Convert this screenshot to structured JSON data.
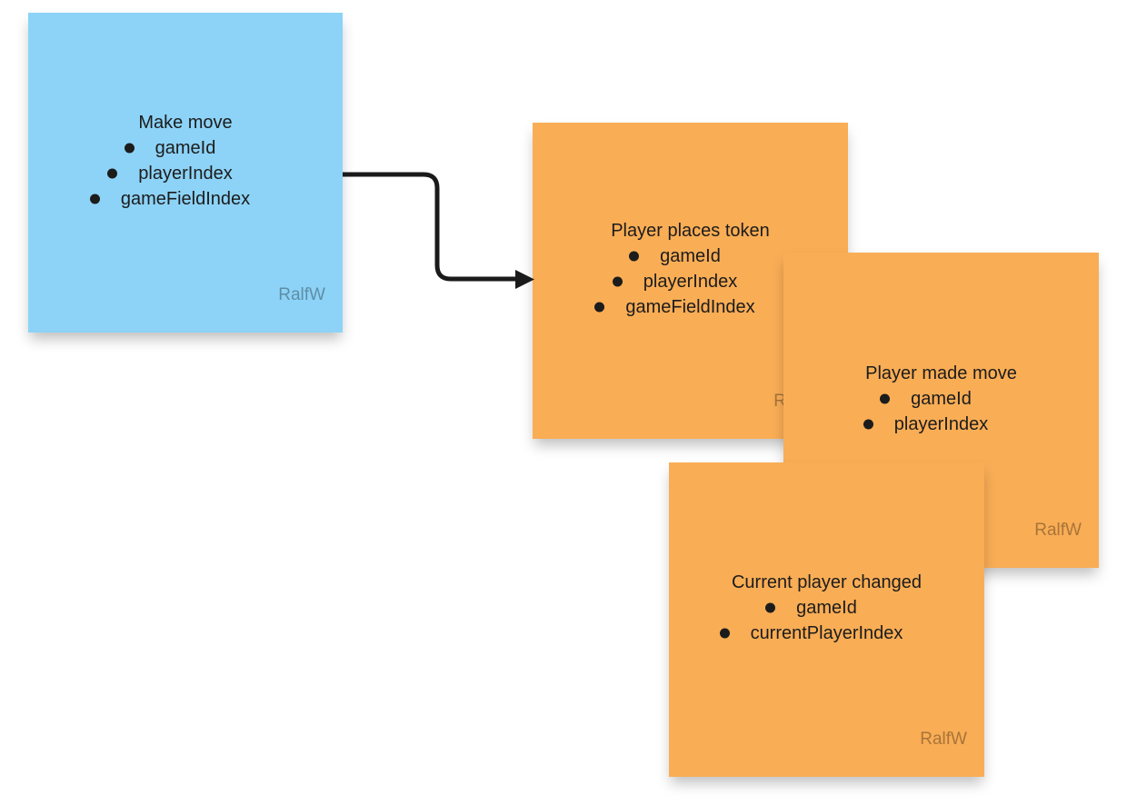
{
  "board": {
    "background": "#ffffff"
  },
  "palette": {
    "command_note": "#8DD3F7",
    "event_note": "#F9AD55",
    "connector": "#1A1A1A",
    "text": "#1C1C1C"
  },
  "notes": [
    {
      "id": "make-move",
      "color": "#8DD3F7",
      "title": "Make move",
      "bullets": [
        "gameId",
        "playerIndex",
        "gameFieldIndex"
      ],
      "author": "RalfW"
    },
    {
      "id": "player-places-token",
      "color": "#F9AD55",
      "title": "Player places token",
      "bullets": [
        "gameId",
        "playerIndex",
        "gameFieldIndex"
      ],
      "author": "RalfW"
    },
    {
      "id": "player-made-move",
      "color": "#F9AD55",
      "title": "Player made move",
      "bullets": [
        "gameId",
        "playerIndex"
      ],
      "author": "RalfW"
    },
    {
      "id": "current-player-changed",
      "color": "#F9AD55",
      "title": "Current player changed",
      "bullets": [
        "gameId",
        "currentPlayerIndex"
      ],
      "author": "RalfW"
    }
  ],
  "connector": {
    "from": "make-move",
    "to": "player-places-token"
  }
}
